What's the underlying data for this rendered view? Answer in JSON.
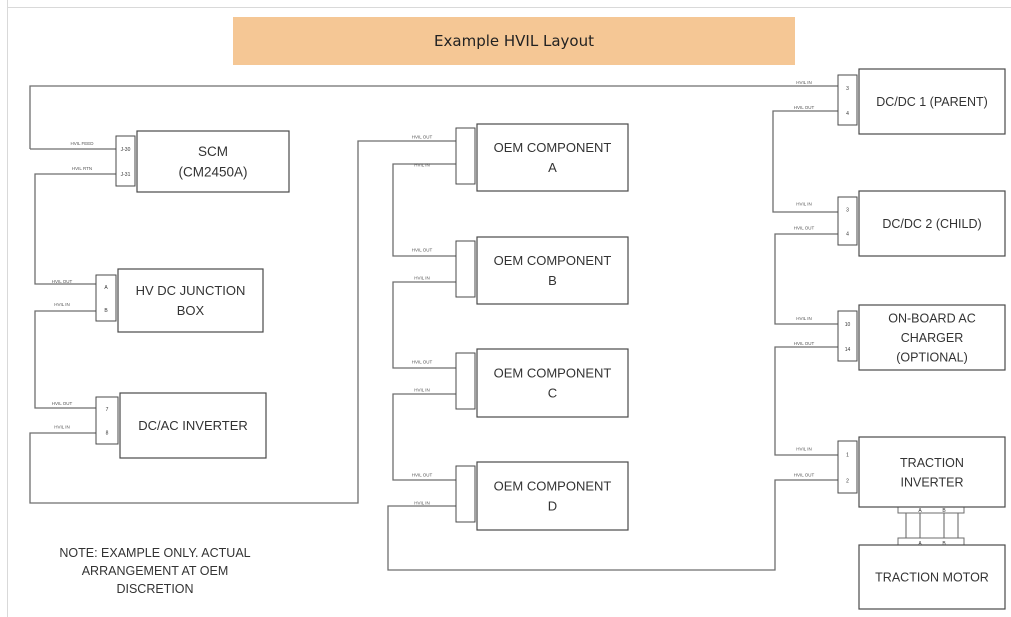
{
  "title": "Example HVIL Layout",
  "note": "NOTE: EXAMPLE ONLY. ACTUAL\nARRANGEMENT AT OEM\nDISCRETION",
  "colors": {
    "banner": "#f5c795",
    "line": "#6e6e6e",
    "box_border": "#4a4a4a",
    "text": "#333333"
  },
  "components": [
    {
      "id": "scm",
      "lines": [
        "SCM",
        "(CM2450A)"
      ],
      "pins": [
        "J-30",
        "J-31"
      ],
      "wires": [
        "HVIL FEED",
        "HVIL RTN"
      ]
    },
    {
      "id": "hv-dc-junction-box",
      "lines": [
        "HV DC JUNCTION",
        "BOX"
      ],
      "pins": [
        "A",
        "B"
      ],
      "wires": [
        "HVIL OUT",
        "HVIL IN"
      ]
    },
    {
      "id": "dc-ac-inverter",
      "lines": [
        "DC/AC INVERTER"
      ],
      "pins": [
        "7",
        "8"
      ],
      "wires": [
        "HVIL OUT",
        "HVIL IN"
      ]
    },
    {
      "id": "oem-component-a",
      "lines": [
        "OEM COMPONENT",
        "A"
      ],
      "pins": [
        "",
        ""
      ],
      "wires": [
        "HVIL OUT",
        "HVIL IN"
      ]
    },
    {
      "id": "oem-component-b",
      "lines": [
        "OEM COMPONENT",
        "B"
      ],
      "pins": [
        "",
        ""
      ],
      "wires": [
        "HVIL OUT",
        "HVIL IN"
      ]
    },
    {
      "id": "oem-component-c",
      "lines": [
        "OEM COMPONENT",
        "C"
      ],
      "pins": [
        "",
        ""
      ],
      "wires": [
        "HVIL OUT",
        "HVIL IN"
      ]
    },
    {
      "id": "oem-component-d",
      "lines": [
        "OEM COMPONENT",
        "D"
      ],
      "pins": [
        "",
        ""
      ],
      "wires": [
        "HVIL OUT",
        "HVIL IN"
      ]
    },
    {
      "id": "dc-dc-1-parent",
      "lines": [
        "DC/DC 1 (PARENT)"
      ],
      "pins": [
        "3",
        "4"
      ],
      "wires": [
        "HVIL IN",
        "HVIL OUT"
      ]
    },
    {
      "id": "dc-dc-2-child",
      "lines": [
        "DC/DC 2 (CHILD)"
      ],
      "pins": [
        "3",
        "4"
      ],
      "wires": [
        "HVIL IN",
        "HVIL OUT"
      ]
    },
    {
      "id": "on-board-ac-charger",
      "lines": [
        "ON-BOARD AC",
        "CHARGER",
        "(OPTIONAL)"
      ],
      "pins": [
        "10",
        "14"
      ],
      "wires": [
        "HVIL IN",
        "HVIL OUT"
      ]
    },
    {
      "id": "traction-inverter",
      "lines": [
        "TRACTION",
        "INVERTER"
      ],
      "pins": [
        "1",
        "2"
      ],
      "wires": [
        "HVIL IN",
        "HVIL OUT"
      ]
    },
    {
      "id": "traction-motor",
      "lines": [
        "TRACTION MOTOR"
      ],
      "pins": [],
      "wires": []
    }
  ],
  "motor_link_pins": [
    "A",
    "B"
  ]
}
